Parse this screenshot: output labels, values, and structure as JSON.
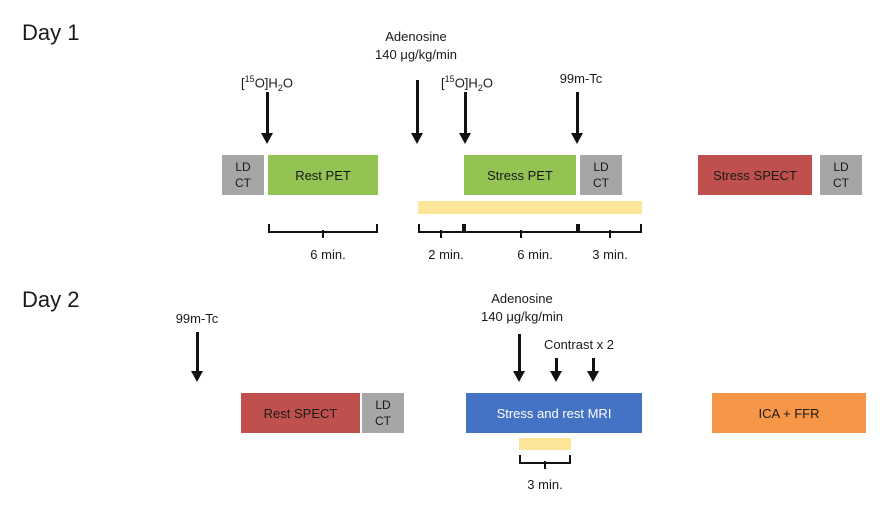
{
  "day1": {
    "title": "Day 1",
    "agents": {
      "h2o_rest": {
        "pre": "[",
        "sup": "15",
        "mid": "O]H",
        "sub": "2",
        "post": "O"
      },
      "adenosine_line1": "Adenosine",
      "adenosine_line2": "140 μg/kg/min",
      "h2o_stress": {
        "pre": "[",
        "sup": "15",
        "mid": "O]H",
        "sub": "2",
        "post": "O"
      },
      "tc": "99m-Tc"
    },
    "boxes": {
      "ld_ct_1": {
        "line1": "LD",
        "line2": "CT"
      },
      "rest_pet": "Rest PET",
      "stress_pet": "Stress PET",
      "ld_ct_2": {
        "line1": "LD",
        "line2": "CT"
      },
      "stress_spect": "Stress SPECT",
      "ld_ct_3": {
        "line1": "LD",
        "line2": "CT"
      }
    },
    "durations": {
      "rest": "6 min.",
      "pre_stress": "2 min.",
      "stress": "6 min.",
      "post": "3 min."
    }
  },
  "day2": {
    "title": "Day 2",
    "agents": {
      "tc": "99m-Tc",
      "adenosine_line1": "Adenosine",
      "adenosine_line2": "140 μg/kg/min",
      "contrast": "Contrast x 2"
    },
    "boxes": {
      "rest_spect": "Rest SPECT",
      "ld_ct": {
        "line1": "LD",
        "line2": "CT"
      },
      "mri": "Stress and rest MRI",
      "ica": "ICA + FFR"
    },
    "durations": {
      "adenosine": "3 min."
    }
  },
  "colors": {
    "pet": "#92c353",
    "spect": "#c0504d",
    "mri": "#4472c4",
    "ica": "#f79646",
    "ldct": "#a6a6a6",
    "adenosine_bar": "#fde59a"
  }
}
